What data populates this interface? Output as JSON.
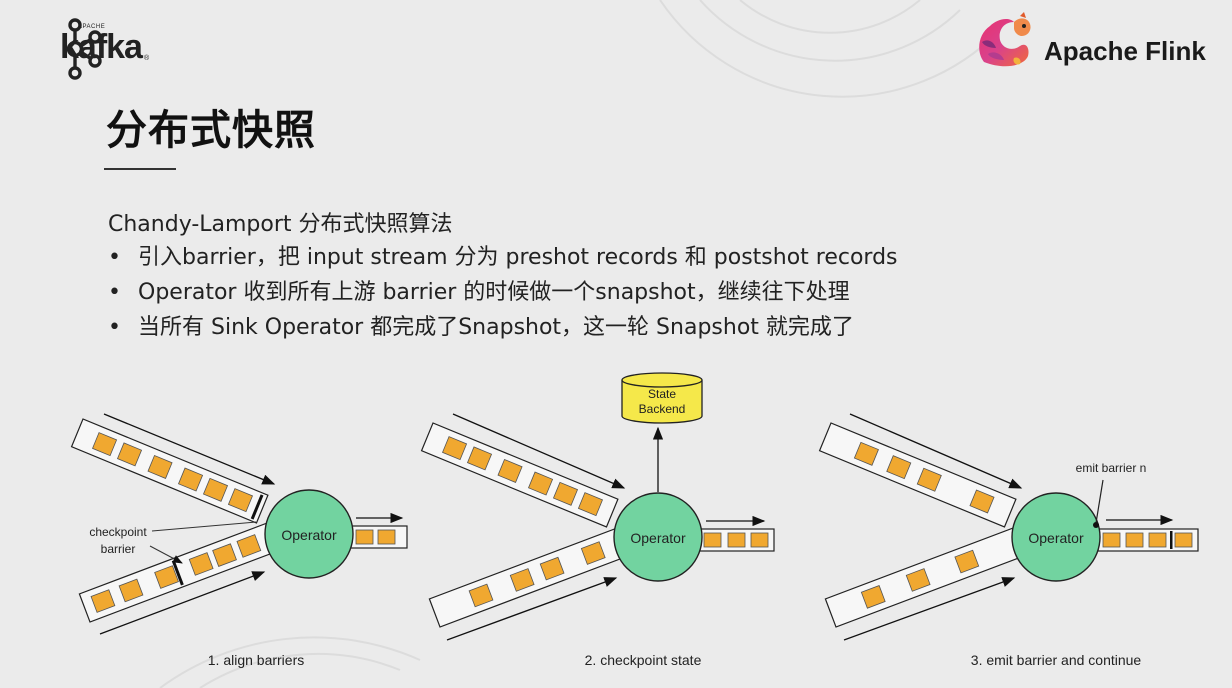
{
  "header": {
    "kafka_apache": "APACHE",
    "kafka_word": "kafka",
    "kafka_reg": "®",
    "flink_word": "Apache Flink"
  },
  "slide": {
    "title": "分布式快照",
    "subtitle": "Chandy-Lamport 分布式快照算法",
    "bullet_marker": "•",
    "bullets": [
      "引入barrier，把 input stream 分为 preshot records 和 postshot records",
      "Operator 收到所有上游 barrier 的时候做一个snapshot，继续往下处理",
      "当所有 Sink Operator 都完成了Snapshot，这一轮 Snapshot 就完成了"
    ]
  },
  "diagram": {
    "operator_label": "Operator",
    "checkpoint_label_line1": "checkpoint",
    "checkpoint_label_line2": "barrier",
    "state_label_line1": "State",
    "state_label_line2": "Backend",
    "emit_label": "emit barrier n",
    "captions": [
      "1. align barriers",
      "2. checkpoint state",
      "3. emit barrier and continue"
    ],
    "colors": {
      "operator": "#72d3a0",
      "record": "#f0a830",
      "state": "#f5e84a"
    }
  }
}
